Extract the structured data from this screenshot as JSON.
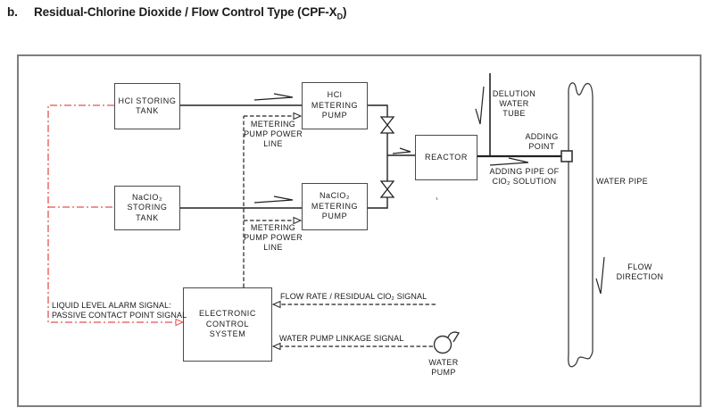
{
  "title": {
    "index": "b.",
    "text": "Residual-Chlorine Dioxide / Flow Control Type (CPF-X",
    "subscript": "D",
    "suffix": ")"
  },
  "diagram": {
    "boxes": {
      "hcl_tank": "HCl STORING\nTANK",
      "naclo2_tank": "NaClO₂\nSTORING TANK",
      "hcl_pump": "HCl\nMETERING\nPUMP",
      "naclo2_pump": "NaClO₂\nMETERING\nPUMP",
      "reactor": "REACTOR",
      "ecs": "ELECTRONIC\nCONTROL\nSYSTEM"
    },
    "labels": {
      "metering_power_line_1": "METERING\nPUMP POWER\nLINE",
      "metering_power_line_2": "METERING\nPUMP POWER\nLINE",
      "delution_water_tube": "DELUTION\nWATER\nTUBE",
      "adding_point": "ADDING\nPOINT",
      "adding_pipe": "ADDING PIPE OF\nClO₂ SOLUTION",
      "water_pipe": "WATER PIPE",
      "flow_direction": "FLOW\nDIRECTION",
      "liquid_level_alarm": "LIQUID LEVEL ALARM SIGNAL:\nPASSIVE CONTACT POINT SIGNAL",
      "flow_rate_signal": "FLOW RATE / RESIDUAL ClO₂ SIGNAL",
      "water_pump_linkage": "WATER PUMP LINKAGE SIGNAL",
      "water_pump": "WATER\nPUMP"
    },
    "colors": {
      "alarm_signal_red": "#e8514b",
      "line_dark": "#222222",
      "box_border": "#4a4a4a",
      "frame_border": "#7e7e7e"
    }
  }
}
